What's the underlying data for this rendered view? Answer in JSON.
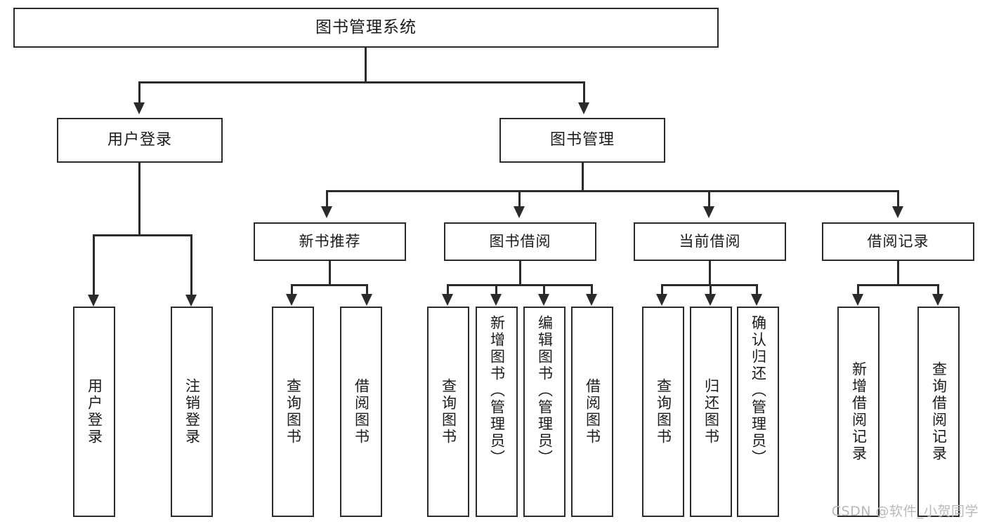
{
  "diagram": {
    "title": "图书管理系统",
    "type": "tree",
    "root": {
      "label": "图书管理系统"
    },
    "level1": [
      {
        "label": "用户登录"
      },
      {
        "label": "图书管理"
      }
    ],
    "level2": [
      {
        "label": "新书推荐"
      },
      {
        "label": "图书借阅"
      },
      {
        "label": "当前借阅"
      },
      {
        "label": "借阅记录"
      }
    ],
    "leaves": {
      "user_login": [
        {
          "label": "用户登录"
        },
        {
          "label": "注销登录"
        }
      ],
      "new_book_recommend": [
        {
          "label": "查询图书"
        },
        {
          "label": "借阅图书"
        }
      ],
      "book_borrow": [
        {
          "label": "查询图书"
        },
        {
          "label": "新增图书（管理员）"
        },
        {
          "label": "编辑图书（管理员）"
        },
        {
          "label": "借阅图书"
        }
      ],
      "current_borrow": [
        {
          "label": "查询图书"
        },
        {
          "label": "归还图书"
        },
        {
          "label": "确认归还（管理员）"
        }
      ],
      "borrow_record": [
        {
          "label": "新增借阅记录"
        },
        {
          "label": "查询借阅记录"
        }
      ]
    }
  },
  "watermark": {
    "text": "CSDN @软件_小贺同学"
  },
  "colors": {
    "line": "#2b2b2b",
    "box_fill": "#ffffff",
    "text": "#1b1b1b",
    "watermark": "#b9b9b9"
  }
}
